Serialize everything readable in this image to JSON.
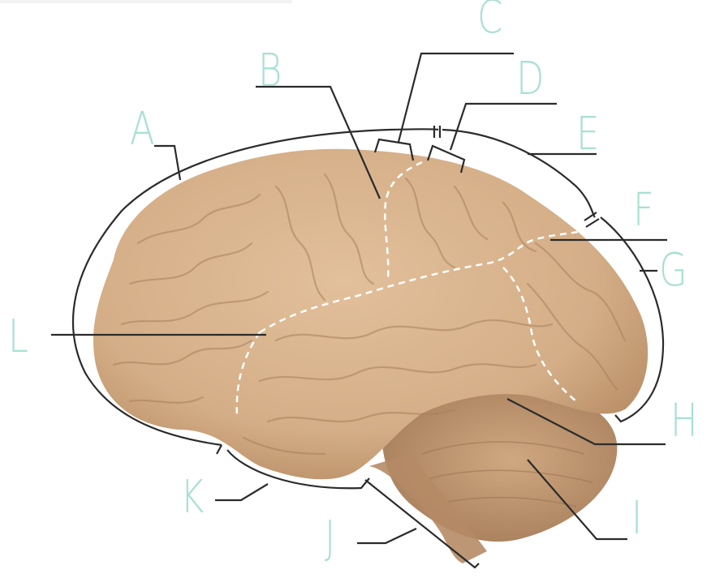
{
  "diagram": {
    "subject": "Lateral view of the human brain",
    "colors": {
      "label": "#a8e0d4",
      "leader_line": "#2b2b2b",
      "dashed_boundary": "#ffffff",
      "cerebrum": "#d8b48f",
      "cerebrum_shadow": "#b08660",
      "cerebellum": "#c9a27c",
      "background": "#ffffff"
    },
    "labels": [
      {
        "id": "A",
        "text": "A",
        "target": "frontal region bracket"
      },
      {
        "id": "B",
        "text": "B",
        "target": "central sulcus"
      },
      {
        "id": "C",
        "text": "C",
        "target": "precentral gyrus bracket"
      },
      {
        "id": "D",
        "text": "D",
        "target": "postcentral gyrus bracket"
      },
      {
        "id": "E",
        "text": "E",
        "target": "parietal region bracket"
      },
      {
        "id": "F",
        "text": "F",
        "target": "parieto-occipital boundary"
      },
      {
        "id": "G",
        "text": "G",
        "target": "occipital region bracket"
      },
      {
        "id": "H",
        "text": "H",
        "target": "transverse fissure"
      },
      {
        "id": "I",
        "text": "I",
        "target": "cerebellum"
      },
      {
        "id": "J",
        "text": "J",
        "target": "brainstem bracket"
      },
      {
        "id": "K",
        "text": "K",
        "target": "temporal region bracket"
      },
      {
        "id": "L",
        "text": "L",
        "target": "lateral sulcus"
      }
    ]
  }
}
